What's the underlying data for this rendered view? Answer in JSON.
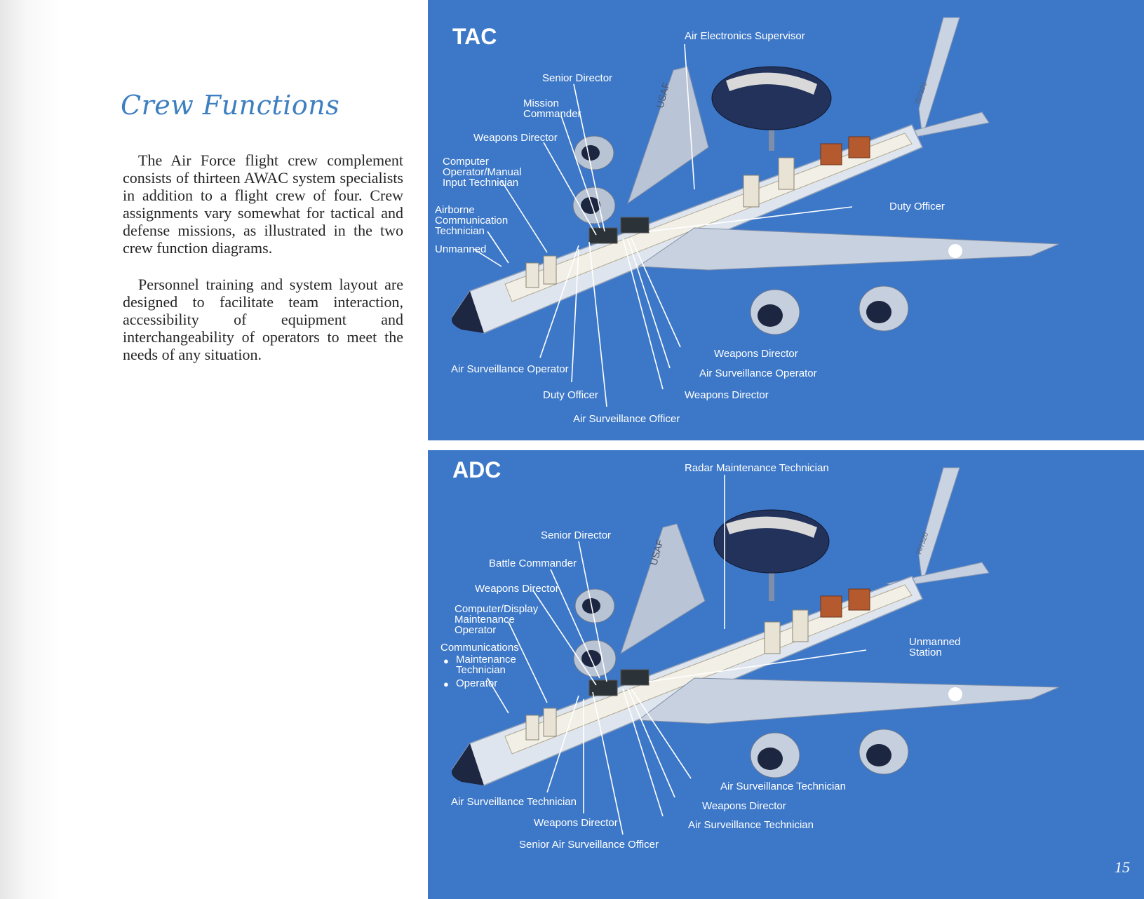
{
  "left": {
    "title": "Crew Functions",
    "paragraphs": [
      "The Air Force flight crew complement consists of thirteen AWAC system specialists in addition to a flight crew of four. Crew assignments vary somewhat for tactical and defense missions, as illustrated in the two crew function diagrams.",
      "Personnel training and system layout are designed to facilitate team interaction, accessibility of equipment and interchangeability of operators to meet the needs of any situation."
    ]
  },
  "tac": {
    "title": "TAC",
    "labels": {
      "air_electronics_supervisor": "Air Electronics Supervisor",
      "senior_director": "Senior Director",
      "mission_commander": "Mission Commander",
      "weapons_director_top": "Weapons Director",
      "computer_operator": "Computer Operator/Manual Input Technician",
      "airborne_comm": "Airborne Communication Technician",
      "unmanned": "Unmanned",
      "duty_officer_right": "Duty Officer",
      "air_surveillance_operator_left": "Air Surveillance Operator",
      "duty_officer_bottom": "Duty Officer",
      "air_surveillance_officer": "Air Surveillance Officer",
      "weapons_director_r1": "Weapons Director",
      "air_surveillance_operator_r": "Air Surveillance Operator",
      "weapons_director_r2": "Weapons Director"
    }
  },
  "adc": {
    "title": "ADC",
    "labels": {
      "radar_maintenance": "Radar Maintenance Technician",
      "senior_director": "Senior Director",
      "battle_commander": "Battle Commander",
      "weapons_director_top": "Weapons Director",
      "computer_display": "Computer/Display Maintenance Operator",
      "communications": "Communications",
      "maintenance_technician": "Maintenance Technician",
      "operator": "Operator",
      "unmanned_station": "Unmanned Station",
      "air_surveillance_technician_left": "Air Surveillance Technician",
      "weapons_director_bottom": "Weapons Director",
      "senior_air_surveillance_officer": "Senior Air Surveillance Officer",
      "air_surveillance_technician_r1": "Air Surveillance Technician",
      "weapons_director_r": "Weapons Director",
      "air_surveillance_technician_r2": "Air Surveillance Technician"
    },
    "page_number": "15"
  },
  "aircraft": {
    "tail_number": "707320",
    "fin_marking": "USAF"
  },
  "colors": {
    "panel_blue": "#3d78c8",
    "title_blue": "#3d7fc0",
    "fuselage": "#dfe5ee",
    "rotodome": "#23325a"
  }
}
